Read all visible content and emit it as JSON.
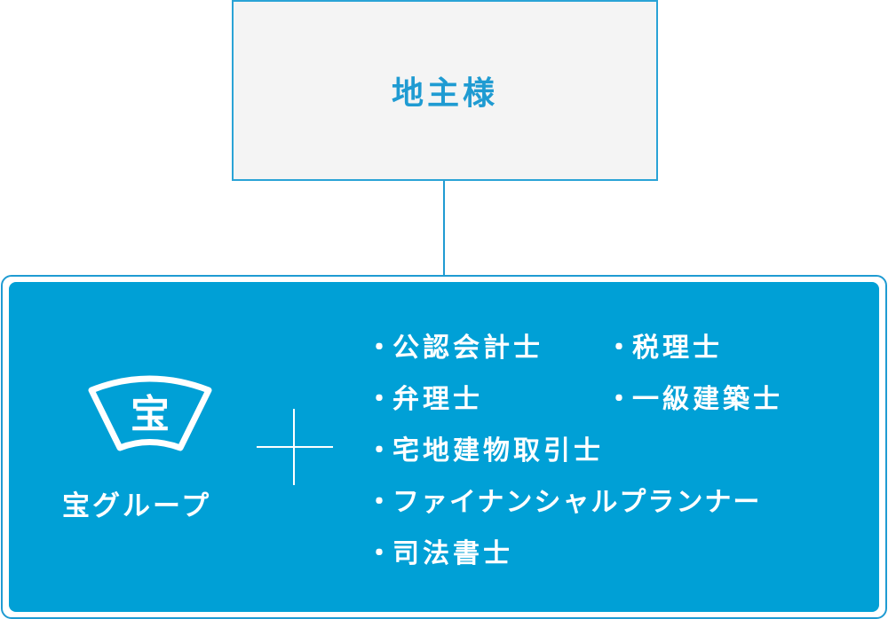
{
  "top_box": {
    "label": "地主様"
  },
  "group": {
    "label": "宝グループ",
    "logo_char": "宝"
  },
  "professionals": [
    "公認会計士",
    "税理士",
    "弁理士",
    "一級建築士",
    "宅地建物取引士",
    "ファイナンシャルプランナー",
    "司法書士"
  ],
  "bullet": "・",
  "colors": {
    "primary": "#00a0d6",
    "box_bg": "#f4f4f4"
  }
}
